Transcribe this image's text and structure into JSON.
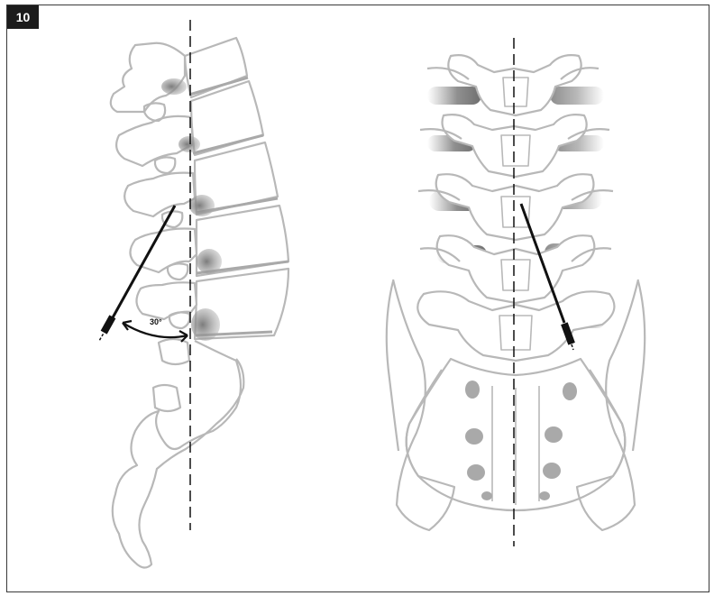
{
  "figure": {
    "number": "10",
    "angle_label": "30°"
  },
  "colors": {
    "frame": "#3a3a3a",
    "bone_outline": "#b8b8b8",
    "bone_fill": "#ffffff",
    "facet_shadow": "#8a8a8a",
    "needle": "#111111",
    "midline": "#111111"
  },
  "views": [
    {
      "view": "lateral",
      "icon": "lateral-lumbar-spine"
    },
    {
      "view": "posterior",
      "icon": "posterior-lumbar-spine-sacrum"
    }
  ]
}
